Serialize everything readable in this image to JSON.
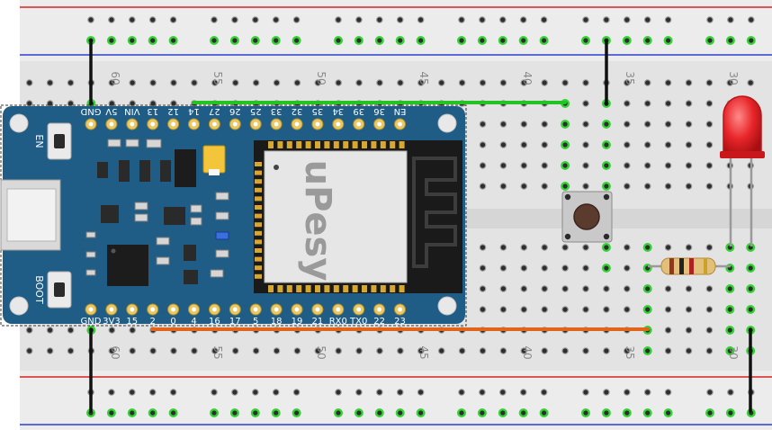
{
  "breadboard": {
    "column_numbers": [
      "60",
      "55",
      "50",
      "45",
      "40",
      "35",
      "30"
    ]
  },
  "board": {
    "brand": "uPesy",
    "en_button_label": "EN",
    "boot_button_label": "BOOT",
    "top_pins": [
      "GND",
      "5V",
      "VIN",
      "13",
      "12",
      "14",
      "27",
      "26",
      "25",
      "33",
      "32",
      "35",
      "34",
      "39",
      "36",
      "EN"
    ],
    "bottom_pins": [
      "GND",
      "3V3",
      "15",
      "2",
      "0",
      "4",
      "16",
      "17",
      "5",
      "18",
      "19",
      "21",
      "RX0",
      "TX0",
      "22",
      "23"
    ]
  },
  "colors": {
    "board": "#1f5d87",
    "breadboard": "#e6e6e6",
    "rail_red": "#d92020",
    "rail_blue": "#2a3fd0",
    "wire_green": "#22c322",
    "wire_orange": "#e0651a",
    "wire_black": "#111111",
    "led": "#e8262a",
    "highlight": "#35d235"
  }
}
